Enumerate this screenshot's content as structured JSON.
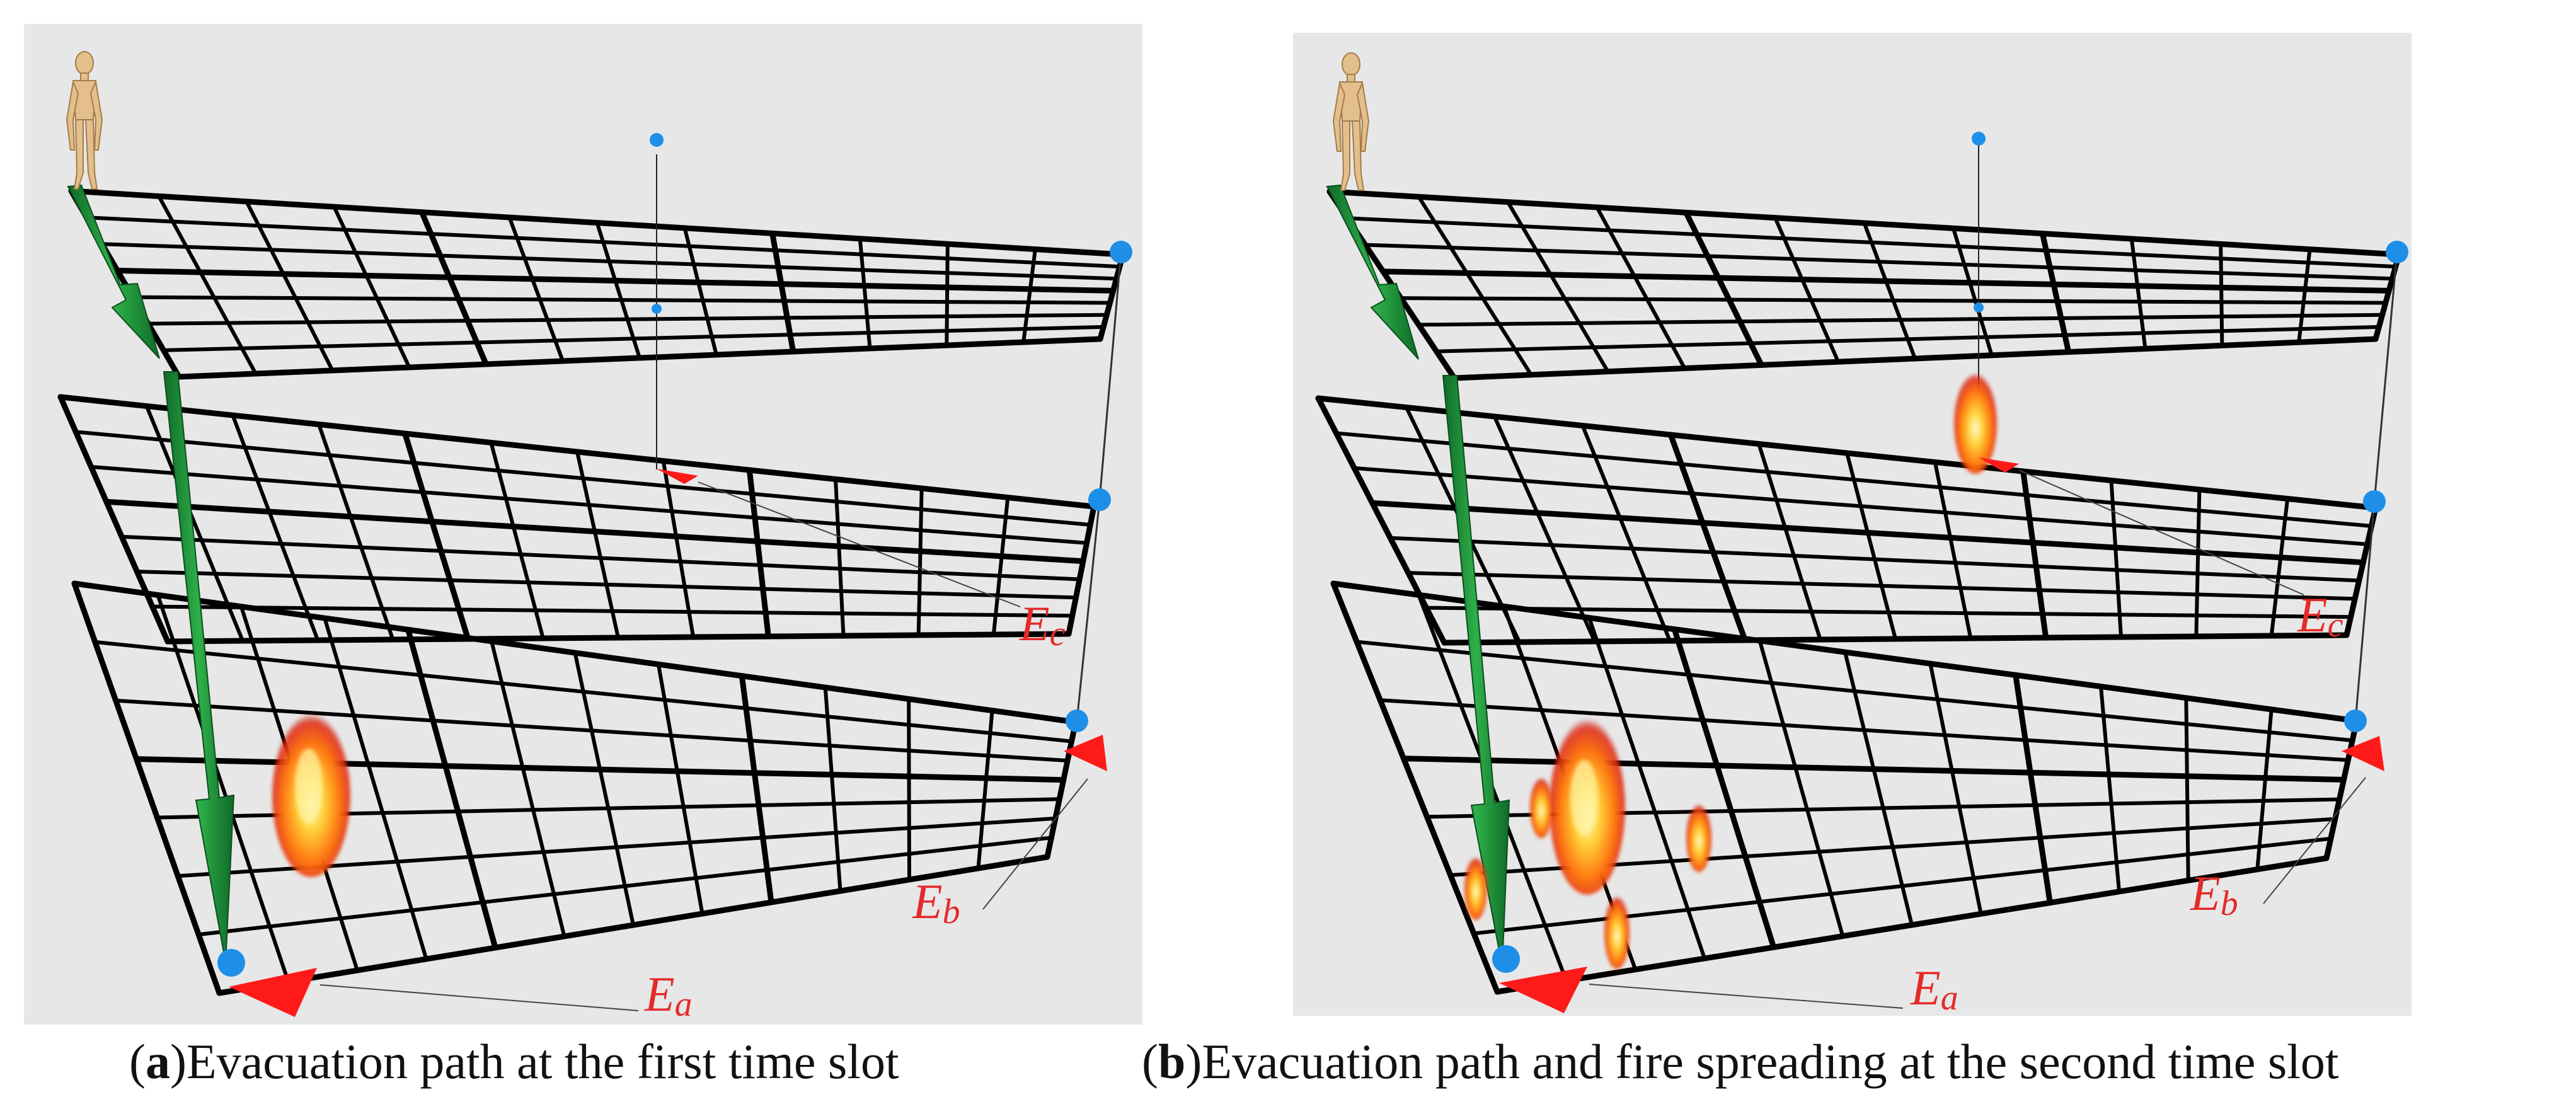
{
  "panels": [
    {
      "id": "a",
      "caption_letter": "a",
      "caption_text": "Evacuation path at the first time slot",
      "exit_labels": [
        {
          "main": "E",
          "sub": "a"
        },
        {
          "main": "E",
          "sub": "b"
        },
        {
          "main": "E",
          "sub": "c"
        }
      ],
      "fires": [
        "main-fire"
      ]
    },
    {
      "id": "b",
      "caption_letter": "b",
      "caption_text": "Evacuation path and fire spreading at the second time slot",
      "exit_labels": [
        {
          "main": "E",
          "sub": "a"
        },
        {
          "main": "E",
          "sub": "b"
        },
        {
          "main": "E",
          "sub": "c"
        }
      ],
      "fires": [
        "main-fire",
        "small-fire-left",
        "small-fire-right",
        "small-fire-bottom",
        "small-fire-edge",
        "upper-floor-fire"
      ]
    }
  ],
  "colors": {
    "background": "#e7e7e7",
    "grid": "#000000",
    "path": "#1f8c3a",
    "exit": "#ff1a1a",
    "node": "#1e8fe8",
    "label": "#e52a2a"
  }
}
